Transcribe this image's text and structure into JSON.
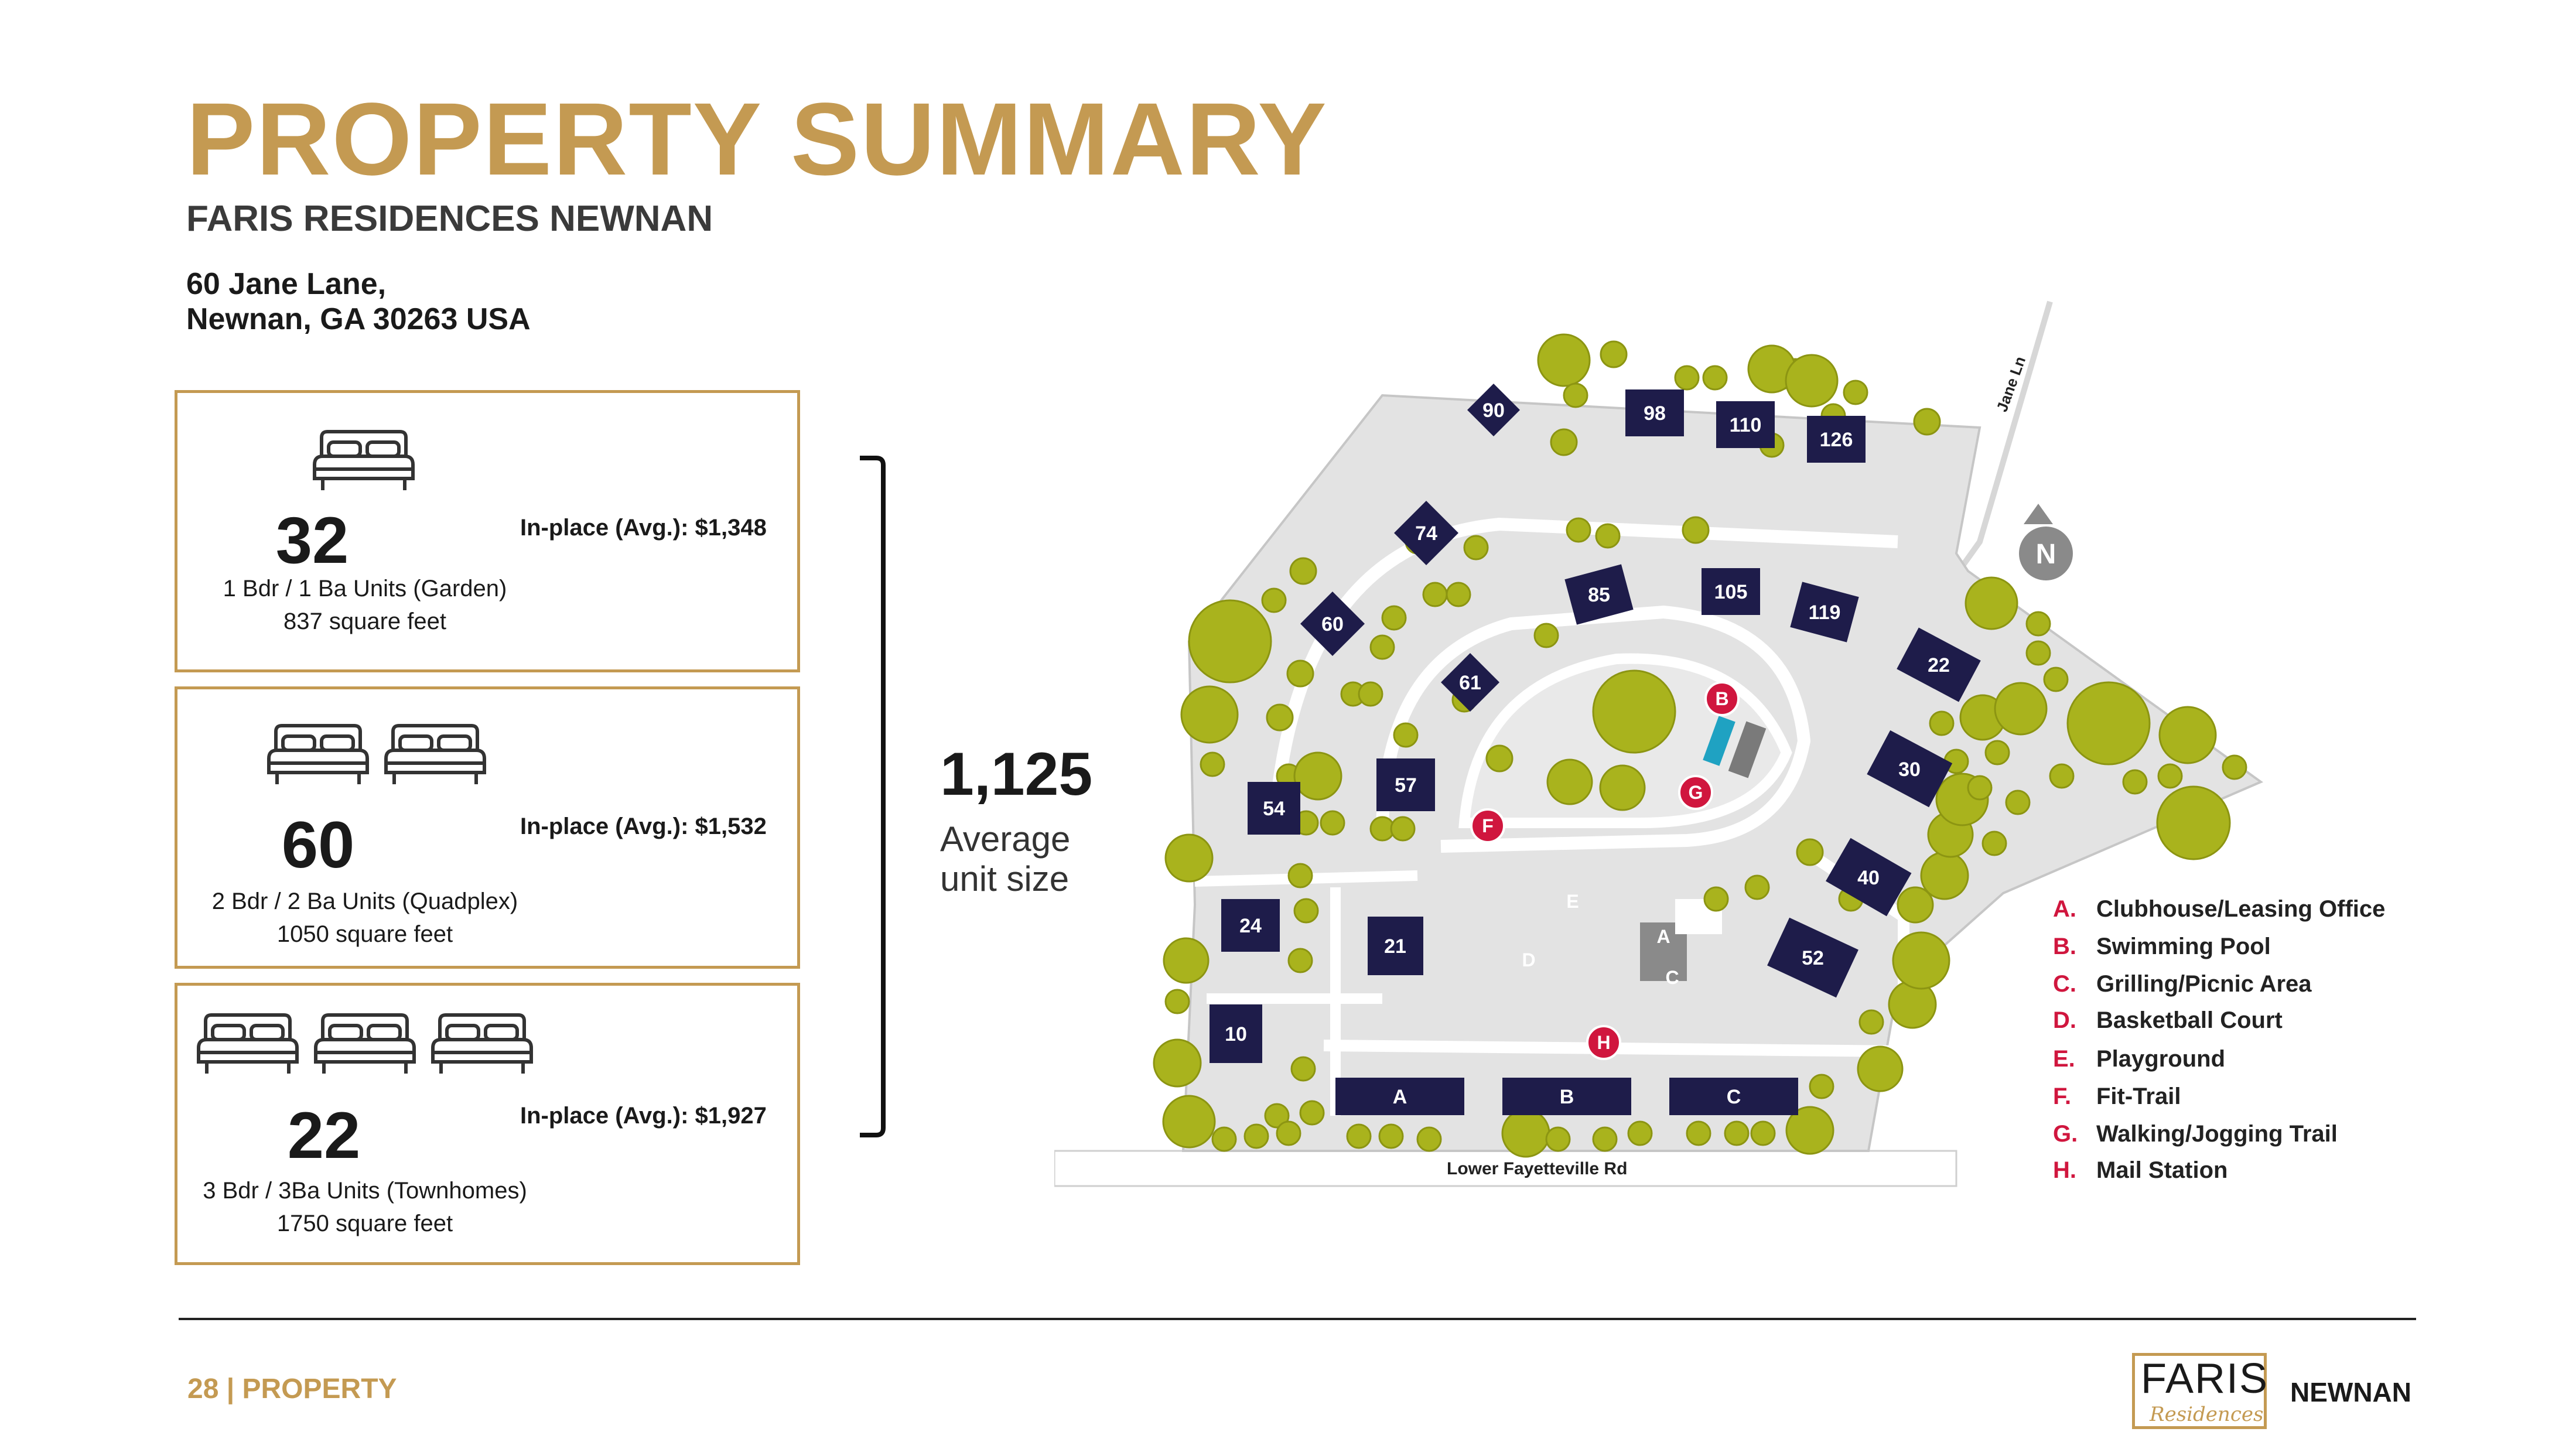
{
  "header": {
    "title": "PROPERTY SUMMARY",
    "subtitle": "FARIS RESIDENCES NEWNAN",
    "address_line1": "60 Jane Lane,",
    "address_line2": "Newnan, GA 30263 USA"
  },
  "unit_types": [
    {
      "count": "32",
      "price": "In-place (Avg.): $1,348",
      "desc1": "1 Bdr / 1 Ba Units (Garden)",
      "desc2": "837 square feet",
      "bed_icons": 1
    },
    {
      "count": "60",
      "price": "In-place (Avg.): $1,532",
      "desc1": "2 Bdr / 2 Ba Units (Quadplex)",
      "desc2": "1050 square feet",
      "bed_icons": 2
    },
    {
      "count": "22",
      "price": "In-place (Avg.): $1,927",
      "desc1": "3 Bdr / 3Ba Units (Townhomes)",
      "desc2": "1750 square feet",
      "bed_icons": 3
    }
  ],
  "average": {
    "value": "1,125",
    "line1": "Average",
    "line2": "unit size"
  },
  "map": {
    "road_bottom": "Lower Fayetteville Rd",
    "road_right": "Jane Ln",
    "north": "N",
    "buildings": [
      "90",
      "98",
      "110",
      "126",
      "74",
      "60",
      "85",
      "105",
      "119",
      "22",
      "61",
      "54",
      "57",
      "30",
      "40",
      "24",
      "21",
      "52",
      "10",
      "A",
      "B",
      "C"
    ],
    "markers": [
      "A",
      "B",
      "C",
      "D",
      "E",
      "F",
      "G",
      "H"
    ],
    "colors": {
      "building": "#1e1c4a",
      "tree": "#a9b31d",
      "marker": "#d0163e",
      "ground": "#e3e3e3",
      "pool": "#1fa2c2"
    }
  },
  "legend": [
    {
      "key": "A.",
      "label": "Clubhouse/Leasing  Office"
    },
    {
      "key": "B.",
      "label": "Swimming Pool"
    },
    {
      "key": "C.",
      "label": "Grilling/Picnic Area"
    },
    {
      "key": "D.",
      "label": "Basketball Court"
    },
    {
      "key": "E.",
      "label": "Playground"
    },
    {
      "key": "F.",
      "label": "Fit-Trail"
    },
    {
      "key": "G.",
      "label": "Walking/Jogging Trail"
    },
    {
      "key": "H.",
      "label": "Mail Station"
    }
  ],
  "footer": {
    "page_label": "28 | PROPERTY",
    "logo_main": "FARIS",
    "logo_sub": "Residences",
    "logo_location": "NEWNAN"
  },
  "colors": {
    "accent": "#c49a52",
    "text": "#1a1a1a",
    "legend_key": "#d0163e"
  }
}
